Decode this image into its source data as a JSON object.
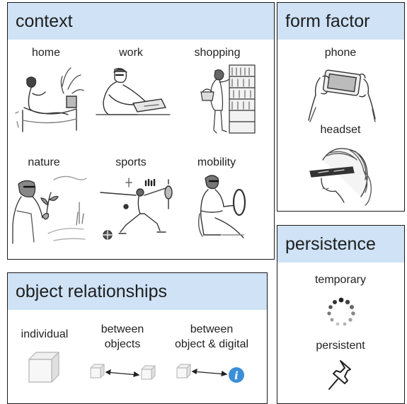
{
  "context": {
    "title": "context",
    "items": [
      {
        "label": "home",
        "icon": "person-reclining-sketch-icon"
      },
      {
        "label": "work",
        "icon": "person-at-laptop-sketch-icon"
      },
      {
        "label": "shopping",
        "icon": "person-shopping-shelves-sketch-icon"
      },
      {
        "label": "nature",
        "icon": "person-holding-plant-sketch-icon"
      },
      {
        "label": "sports",
        "icon": "person-lunging-sketch-icon"
      },
      {
        "label": "mobility",
        "icon": "person-driving-sketch-icon"
      }
    ]
  },
  "form_factor": {
    "title": "form factor",
    "items": [
      {
        "label": "phone",
        "icon": "hands-holding-phone-sketch-icon"
      },
      {
        "label": "headset",
        "icon": "person-wearing-headset-sketch-icon"
      }
    ]
  },
  "object_relationships": {
    "title": "object relationships",
    "items": [
      {
        "label_line1": "individual",
        "label_line2": "",
        "icon": "cube-icon"
      },
      {
        "label_line1": "between",
        "label_line2": "objects",
        "icon": "cube-arrow-cube-icon"
      },
      {
        "label_line1": "between",
        "label_line2": "object & digital",
        "icon": "cube-arrow-info-icon"
      }
    ]
  },
  "persistence": {
    "title": "persistence",
    "items": [
      {
        "label": "temporary",
        "icon": "spinner-icon"
      },
      {
        "label": "persistent",
        "icon": "pushpin-icon"
      }
    ]
  },
  "colors": {
    "header_fill": "#cfe2f6",
    "border": "#1a1a1a",
    "info_blue": "#3a8fd6"
  }
}
